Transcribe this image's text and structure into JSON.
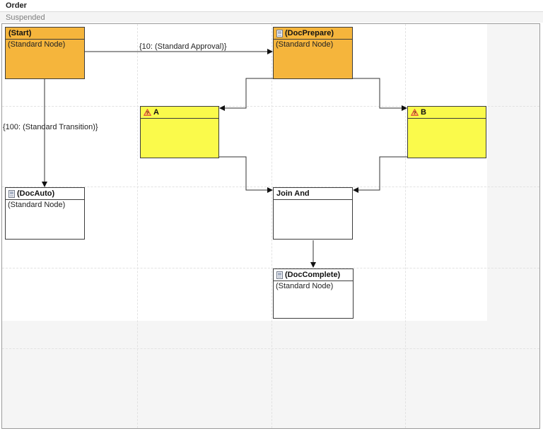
{
  "header": {
    "title": "Order"
  },
  "status_bar": {
    "text": "Suspended"
  },
  "colors": {
    "node_orange": "#f5b53c",
    "node_yellow": "#fafa4b",
    "node_white": "#ffffff",
    "canvas_background": "#ffffff",
    "outside_background": "#f5f5f5",
    "edge_color": "#333333"
  },
  "diagram": {
    "nodes": {
      "start": {
        "title": "(Start)",
        "subtitle": "(Standard Node)",
        "icon": "",
        "color": "orange"
      },
      "doc_prepare": {
        "title": "(DocPrepare)",
        "subtitle": "(Standard Node)",
        "icon": "document-icon",
        "color": "orange"
      },
      "fork_a": {
        "title": "A",
        "subtitle": "",
        "icon": "warning-icon",
        "color": "yellow"
      },
      "fork_b": {
        "title": "B",
        "subtitle": "",
        "icon": "warning-icon",
        "color": "yellow"
      },
      "doc_auto": {
        "title": "(DocAuto)",
        "subtitle": "(Standard Node)",
        "icon": "document-icon",
        "color": "white"
      },
      "join_and": {
        "title": "Join And",
        "subtitle": "",
        "icon": "",
        "color": "white"
      },
      "doc_complete": {
        "title": "(DocComplete)",
        "subtitle": "(Standard Node)",
        "icon": "document-icon",
        "color": "white"
      }
    },
    "edge_labels": {
      "start_to_docprepare": "{10: (Standard Approval)}",
      "start_to_docauto": "{100: (Standard Transition)}"
    }
  }
}
